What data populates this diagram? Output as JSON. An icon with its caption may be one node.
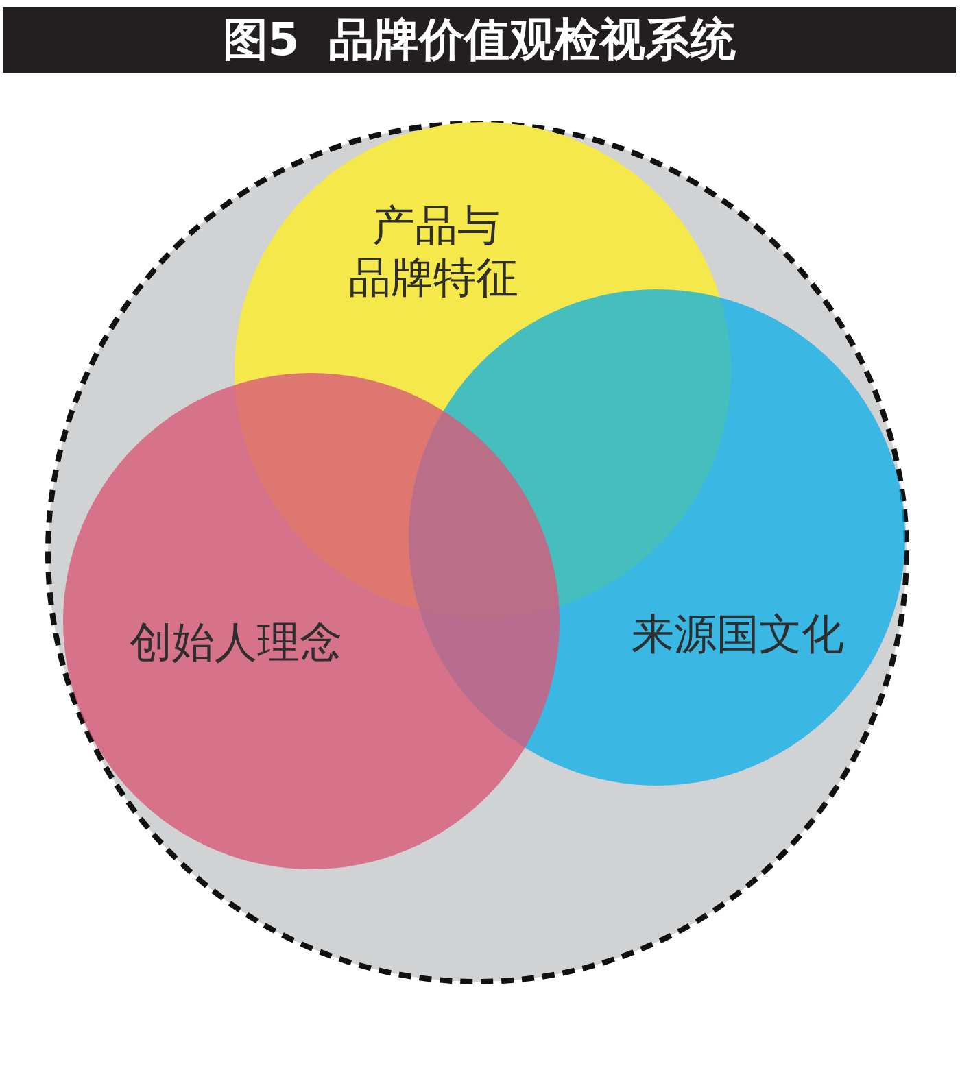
{
  "diagram": {
    "title": "图5 品牌价值观检视系统",
    "nodes": [
      {
        "text": [],
        "shape": "circle"
      },
      {
        "text": [
          "产品与品牌特征"
        ],
        "in": 0
      },
      {
        "text": [
          "创始人理念"
        ],
        "in": 0
      },
      {
        "text": [
          "来源国文化"
        ],
        "in": 0
      }
    ]
  }
}
